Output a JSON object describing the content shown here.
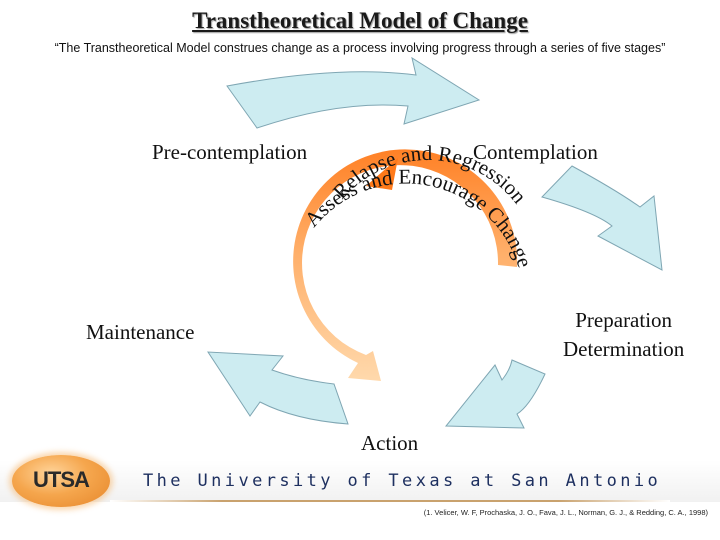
{
  "title": "Transtheoretical Model of Change",
  "subtitle": "“The Transtheoretical Model construes change as a process involving progress through a series of five stages”",
  "stages": {
    "pre_contemplation": "Pre-contemplation",
    "contemplation": "Contemplation",
    "preparation": "Preparation",
    "determination": "Determination",
    "action": "Action",
    "maintenance": "Maintenance"
  },
  "center_arc": {
    "line1": "Relapse and Regression",
    "line2": "Assess and Encourage Change"
  },
  "footer": {
    "logo": "UTSA",
    "university": "The University of Texas at San Antonio",
    "citation": "(1. Velicer, W. F, Prochaska, J. O., Fava, J. L., Norman, G. J., & Redding, C. A., 1998)"
  },
  "colors": {
    "arrow_fill": "#cdecf1",
    "arrow_stroke": "#7fa6b3",
    "center_arc_gradient_start": "#ff7a1a",
    "center_arc_gradient_end": "#ffd7a8",
    "university_text": "#1e3060",
    "logo_orange": "#f5a64d"
  }
}
